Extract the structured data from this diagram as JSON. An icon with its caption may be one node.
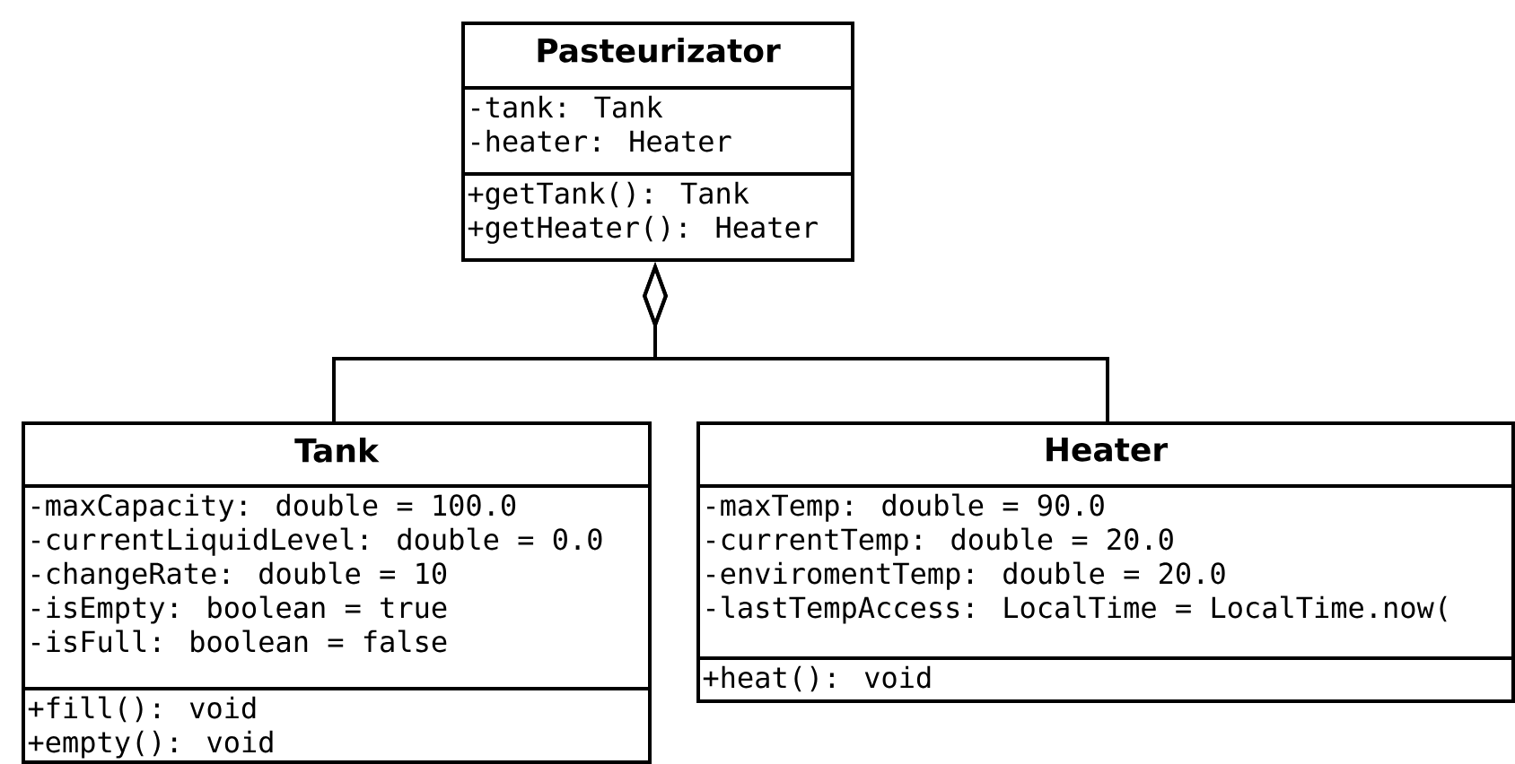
{
  "diagram": {
    "nodes": [
      {
        "text": [
          "Pasteurizator"
        ]
      },
      {
        "text": [
          "-tank: Tank",
          "-heater: Heater"
        ],
        "in": 0
      },
      {
        "text": [
          "+getTank(): Tank",
          "+getHeater(): Heater"
        ],
        "in": 0
      },
      {
        "text": [
          "Tank"
        ]
      },
      {
        "text": [
          "-maxCapacity: double = 100.0",
          "-currentLiquidLevel: double = 0.0",
          "-changeRate: double = 10",
          "-isEmpty: boolean = true",
          "-isFull: boolean = false"
        ],
        "in": 3
      },
      {
        "text": [
          "+fill(): void",
          "+empty(): void"
        ],
        "in": 3
      },
      {
        "text": [
          "Heater"
        ]
      },
      {
        "text": [
          "-maxTemp: double = 90.0",
          "-currentTemp: double = 20.0",
          "-enviromentTemp: double = 20.0",
          "-lastTempAccess: LocalTime = LocalTime.now("
        ],
        "in": 6
      },
      {
        "text": [
          "+heat(): void"
        ],
        "in": 6
      }
    ],
    "edges": [
      {
        "from": 3,
        "to": 0,
        "arrow": "other"
      },
      {
        "from": 6,
        "to": 0,
        "arrow": "other"
      }
    ]
  }
}
